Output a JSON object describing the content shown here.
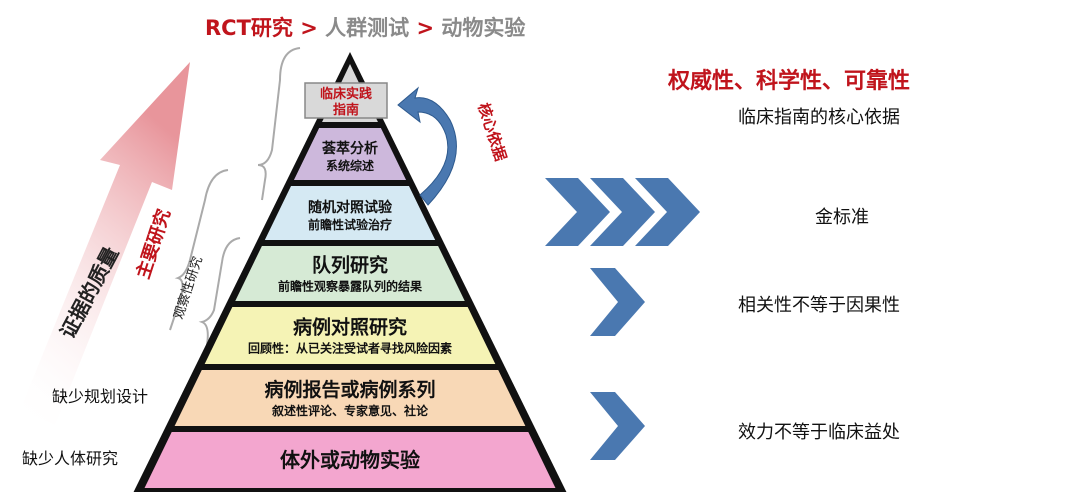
{
  "header": {
    "part1": "RCT研究",
    "sep1": " > ",
    "part2": "人群测试",
    "sep2": " > ",
    "part3": "动物实验"
  },
  "pyramid": {
    "layers": [
      {
        "title": "临床实践",
        "subtitle": "指南",
        "color": "#d9d9d9"
      },
      {
        "title": "荟萃分析",
        "subtitle": "系统综述",
        "color": "#cdb8dc"
      },
      {
        "title": "随机对照试验",
        "subtitle": "前瞻性试验治疗",
        "color": "#d5e9f3"
      },
      {
        "title": "队列研究",
        "subtitle": "前瞻性观察暴露队列的结果",
        "color": "#d6ead5"
      },
      {
        "title": "病例对照研究",
        "subtitle": "回顾性：从已关注受试者寻找风险因素",
        "color": "#f5f3b5"
      },
      {
        "title": "病例报告或病例系列",
        "subtitle": "叙述性评论、专家意见、社论",
        "color": "#f8d8b6"
      },
      {
        "title": "体外或动物实验",
        "subtitle": "",
        "color": "#f3a6cf"
      }
    ]
  },
  "left": {
    "quality_label": "证据的质量",
    "main_research": "主要研究",
    "observational": "观察性研究",
    "lack_design": "缺少规划设计",
    "lack_human": "缺少人体研究"
  },
  "core_basis": "核心依据",
  "right": {
    "title": "权威性、科学性、可靠性",
    "items": [
      "临床指南的核心依据",
      "金标准",
      "相关性不等于因果性",
      "效力不等于临床益处"
    ]
  },
  "colors": {
    "red": "#c0141c",
    "gray": "#8a8a8a",
    "chevron": "#4a78b0"
  }
}
